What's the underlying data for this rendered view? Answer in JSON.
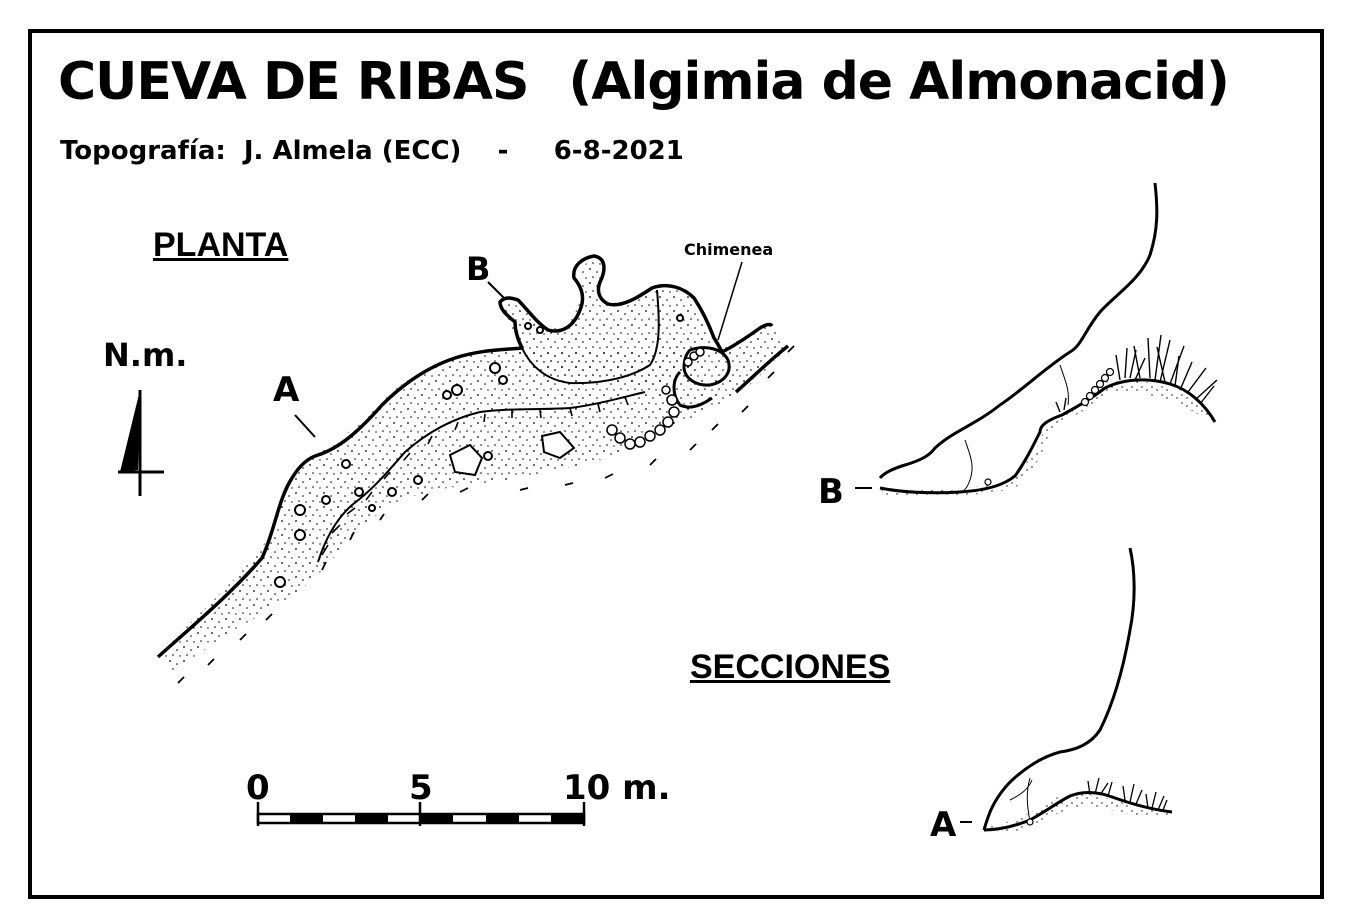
{
  "title": {
    "cave_name": "CUEVA DE RIBAS",
    "location": "(Algimia de Almonacid)"
  },
  "subtitle": {
    "credit": "Topografía:  J. Almela (ECC)",
    "separator": "-",
    "date": "6-8-2021"
  },
  "plan": {
    "heading": "PLANTA",
    "north_label": "N.m.",
    "point_a": "A",
    "point_b": "B",
    "chimney_label": "Chimenea"
  },
  "sections": {
    "heading": "SECCIONES",
    "section_b_label": "B",
    "section_a_label": "A"
  },
  "scale_bar": {
    "label_start": "0",
    "label_mid": "5",
    "label_end": "10 m."
  },
  "colors": {
    "ink": "#000000",
    "paper": "#ffffff"
  }
}
